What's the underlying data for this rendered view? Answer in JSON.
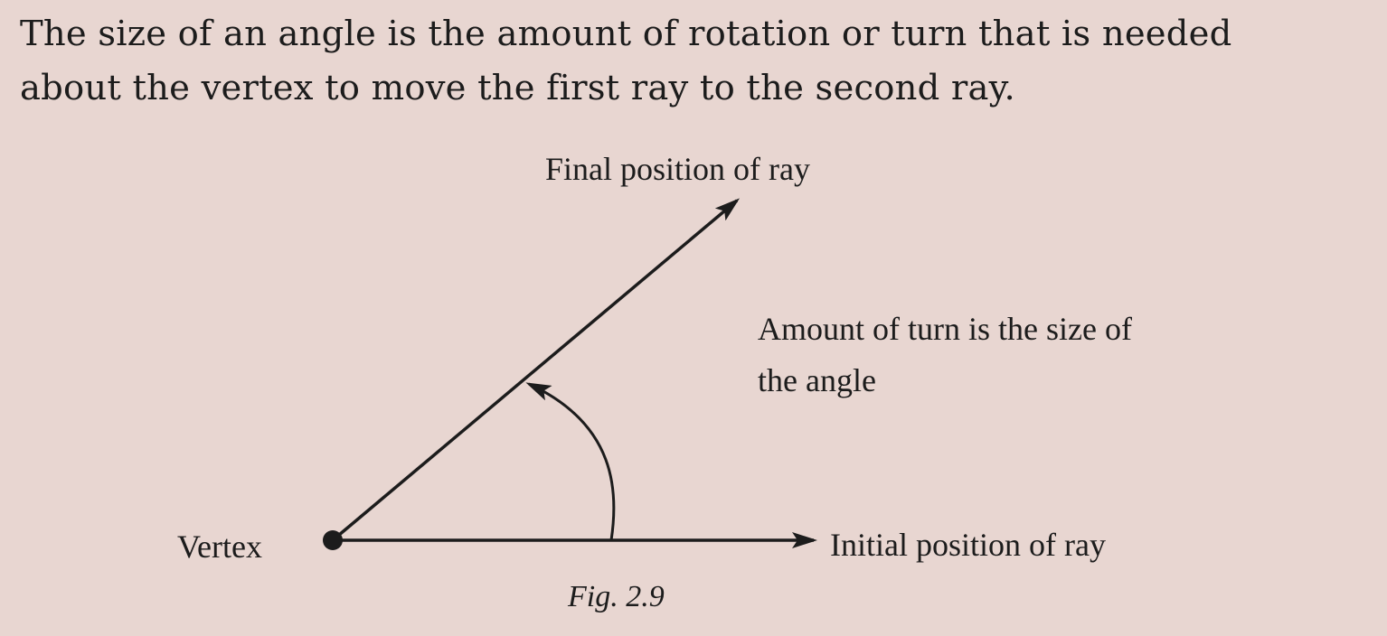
{
  "text": {
    "line1": "The size of an angle is the amount of rotation or turn that is needed",
    "line2": "about the vertex to move the first ray to the second ray."
  },
  "figure": {
    "label_final": "Final position of ray",
    "label_turn_line1": "Amount of turn is the size of",
    "label_turn_line2": "the angle",
    "label_vertex": "Vertex",
    "label_initial": "Initial position of ray",
    "caption": "Fig. 2.9"
  }
}
